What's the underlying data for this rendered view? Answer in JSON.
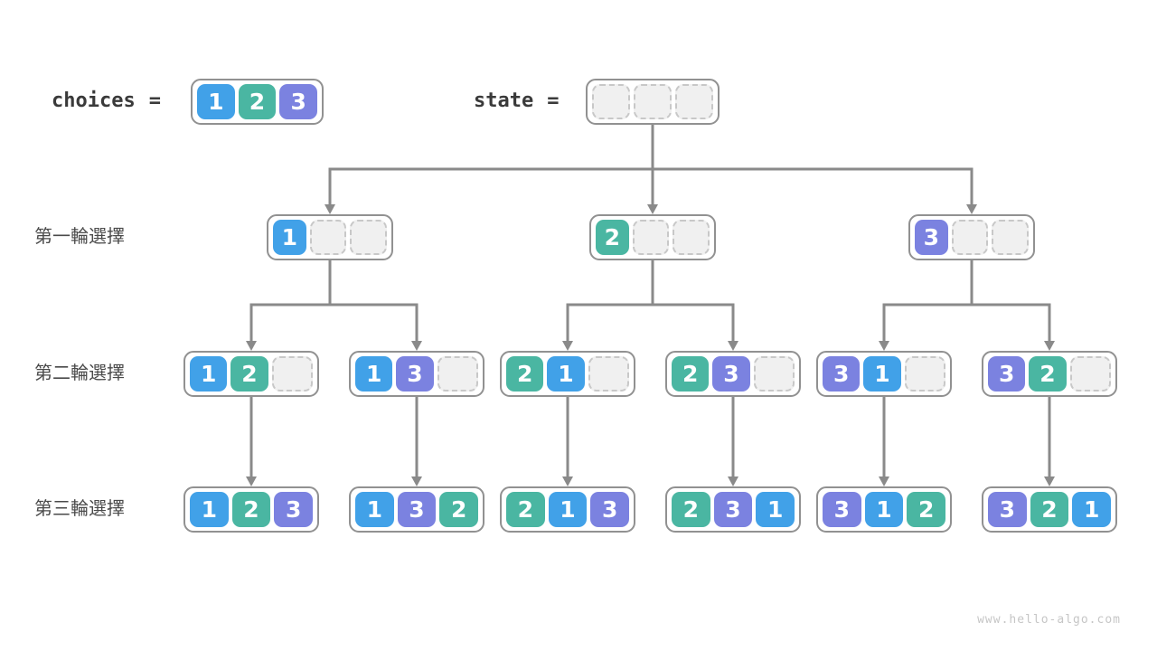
{
  "header": {
    "choices_label": "choices",
    "state_label": "state",
    "equals": "=",
    "choices_values": [
      "1",
      "2",
      "3"
    ],
    "state_values": [
      null,
      null,
      null
    ]
  },
  "row_labels": [
    "第一輪選擇",
    "第二輪選擇",
    "第三輪選擇"
  ],
  "tree": {
    "level1": [
      [
        "1",
        null,
        null
      ],
      [
        "2",
        null,
        null
      ],
      [
        "3",
        null,
        null
      ]
    ],
    "level2": [
      [
        "1",
        "2",
        null
      ],
      [
        "1",
        "3",
        null
      ],
      [
        "2",
        "1",
        null
      ],
      [
        "2",
        "3",
        null
      ],
      [
        "3",
        "1",
        null
      ],
      [
        "3",
        "2",
        null
      ]
    ],
    "level3": [
      [
        "1",
        "2",
        "3"
      ],
      [
        "1",
        "3",
        "2"
      ],
      [
        "2",
        "1",
        "3"
      ],
      [
        "2",
        "3",
        "1"
      ],
      [
        "3",
        "1",
        "2"
      ],
      [
        "3",
        "2",
        "1"
      ]
    ]
  },
  "colors": {
    "value_1": "#41a1e8",
    "value_2": "#4ab6a2",
    "value_3": "#7b82e0",
    "line": "#8a8a8a",
    "node_border": "#919191",
    "empty_fill": "#f0f0f0",
    "empty_border": "#c8c8c8",
    "label_text": "#4a4a4a",
    "code_text": "#3a3a3a",
    "watermark_text": "#c6c6c6"
  },
  "watermark": "www.hello-algo.com"
}
